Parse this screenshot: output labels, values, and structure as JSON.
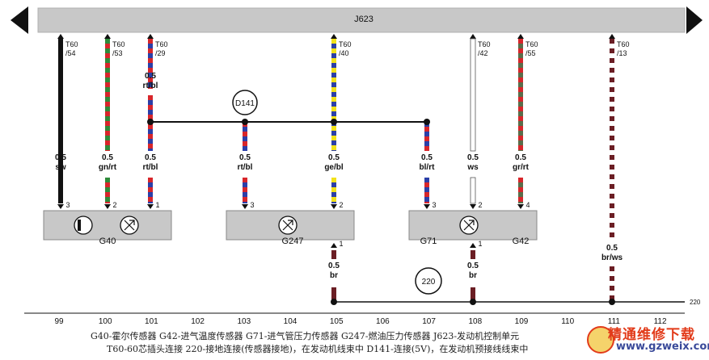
{
  "ecu": {
    "label": "J623"
  },
  "pins": [
    {
      "id": "p54",
      "connector": "T60",
      "pin": "/54",
      "colors": [
        "#111111"
      ]
    },
    {
      "id": "p53",
      "connector": "T60",
      "pin": "/53",
      "colors": [
        "#2e8b3a",
        "#d8262b"
      ]
    },
    {
      "id": "p29",
      "connector": "T60",
      "pin": "/29",
      "colors": [
        "#d8262b",
        "#2b3fa8"
      ]
    },
    {
      "id": "p40",
      "connector": "T60",
      "pin": "/40",
      "colors": [
        "#f2e21b",
        "#2b3fa8"
      ]
    },
    {
      "id": "p42",
      "connector": "T60",
      "pin": "/42",
      "colors": [
        "#ffffff"
      ]
    },
    {
      "id": "p55",
      "connector": "T60",
      "pin": "/55",
      "colors": [
        "#d8262b",
        "#5a6d4a"
      ]
    },
    {
      "id": "p13",
      "connector": "T60",
      "pin": "/13",
      "colors": [
        "#6b1e24",
        "#ffffff"
      ]
    }
  ],
  "wire_labels": [
    {
      "size": "0.5",
      "color": "rt/bl"
    },
    {
      "size": "0.5",
      "color": "sw"
    },
    {
      "size": "0.5",
      "color": "gn/rt"
    },
    {
      "size": "0.5",
      "color": "rt/bl"
    },
    {
      "size": "0.5",
      "color": "rt/bl"
    },
    {
      "size": "0.5",
      "color": "ge/bl"
    },
    {
      "size": "0.5",
      "color": "bl/rt"
    },
    {
      "size": "0.5",
      "color": "ws"
    },
    {
      "size": "0.5",
      "color": "gr/rt"
    },
    {
      "size": "0.5",
      "color": "br"
    },
    {
      "size": "0.5",
      "color": "br"
    },
    {
      "size": "0.5",
      "color": "br/ws"
    }
  ],
  "sensor_pins": [
    "3",
    "2",
    "1",
    "3",
    "2",
    "3",
    "2",
    "4",
    "1",
    "1"
  ],
  "components": {
    "g40": "G40",
    "g247": "G247",
    "g71": "G71",
    "g42": "G42"
  },
  "junctions": {
    "d141": "D141",
    "g220": "220"
  },
  "ground_label": "220",
  "columns": [
    "99",
    "100",
    "101",
    "102",
    "103",
    "104",
    "105",
    "106",
    "107",
    "108",
    "109",
    "110",
    "111",
    "112"
  ],
  "legend": {
    "line1": "G40-霍尔传感器    G42-进气温度传感器    G71-进气管压力传感器    G247-燃油压力传感器    J623-发动机控制单元",
    "line2": "T60-60芯插头连接    220-接地连接(传感器接地)，在发动机线束中    D141-连接(5V)，在发动机预接线线束中"
  },
  "watermark": {
    "text": "精通维修下载",
    "url": "www.gzweix.com"
  }
}
